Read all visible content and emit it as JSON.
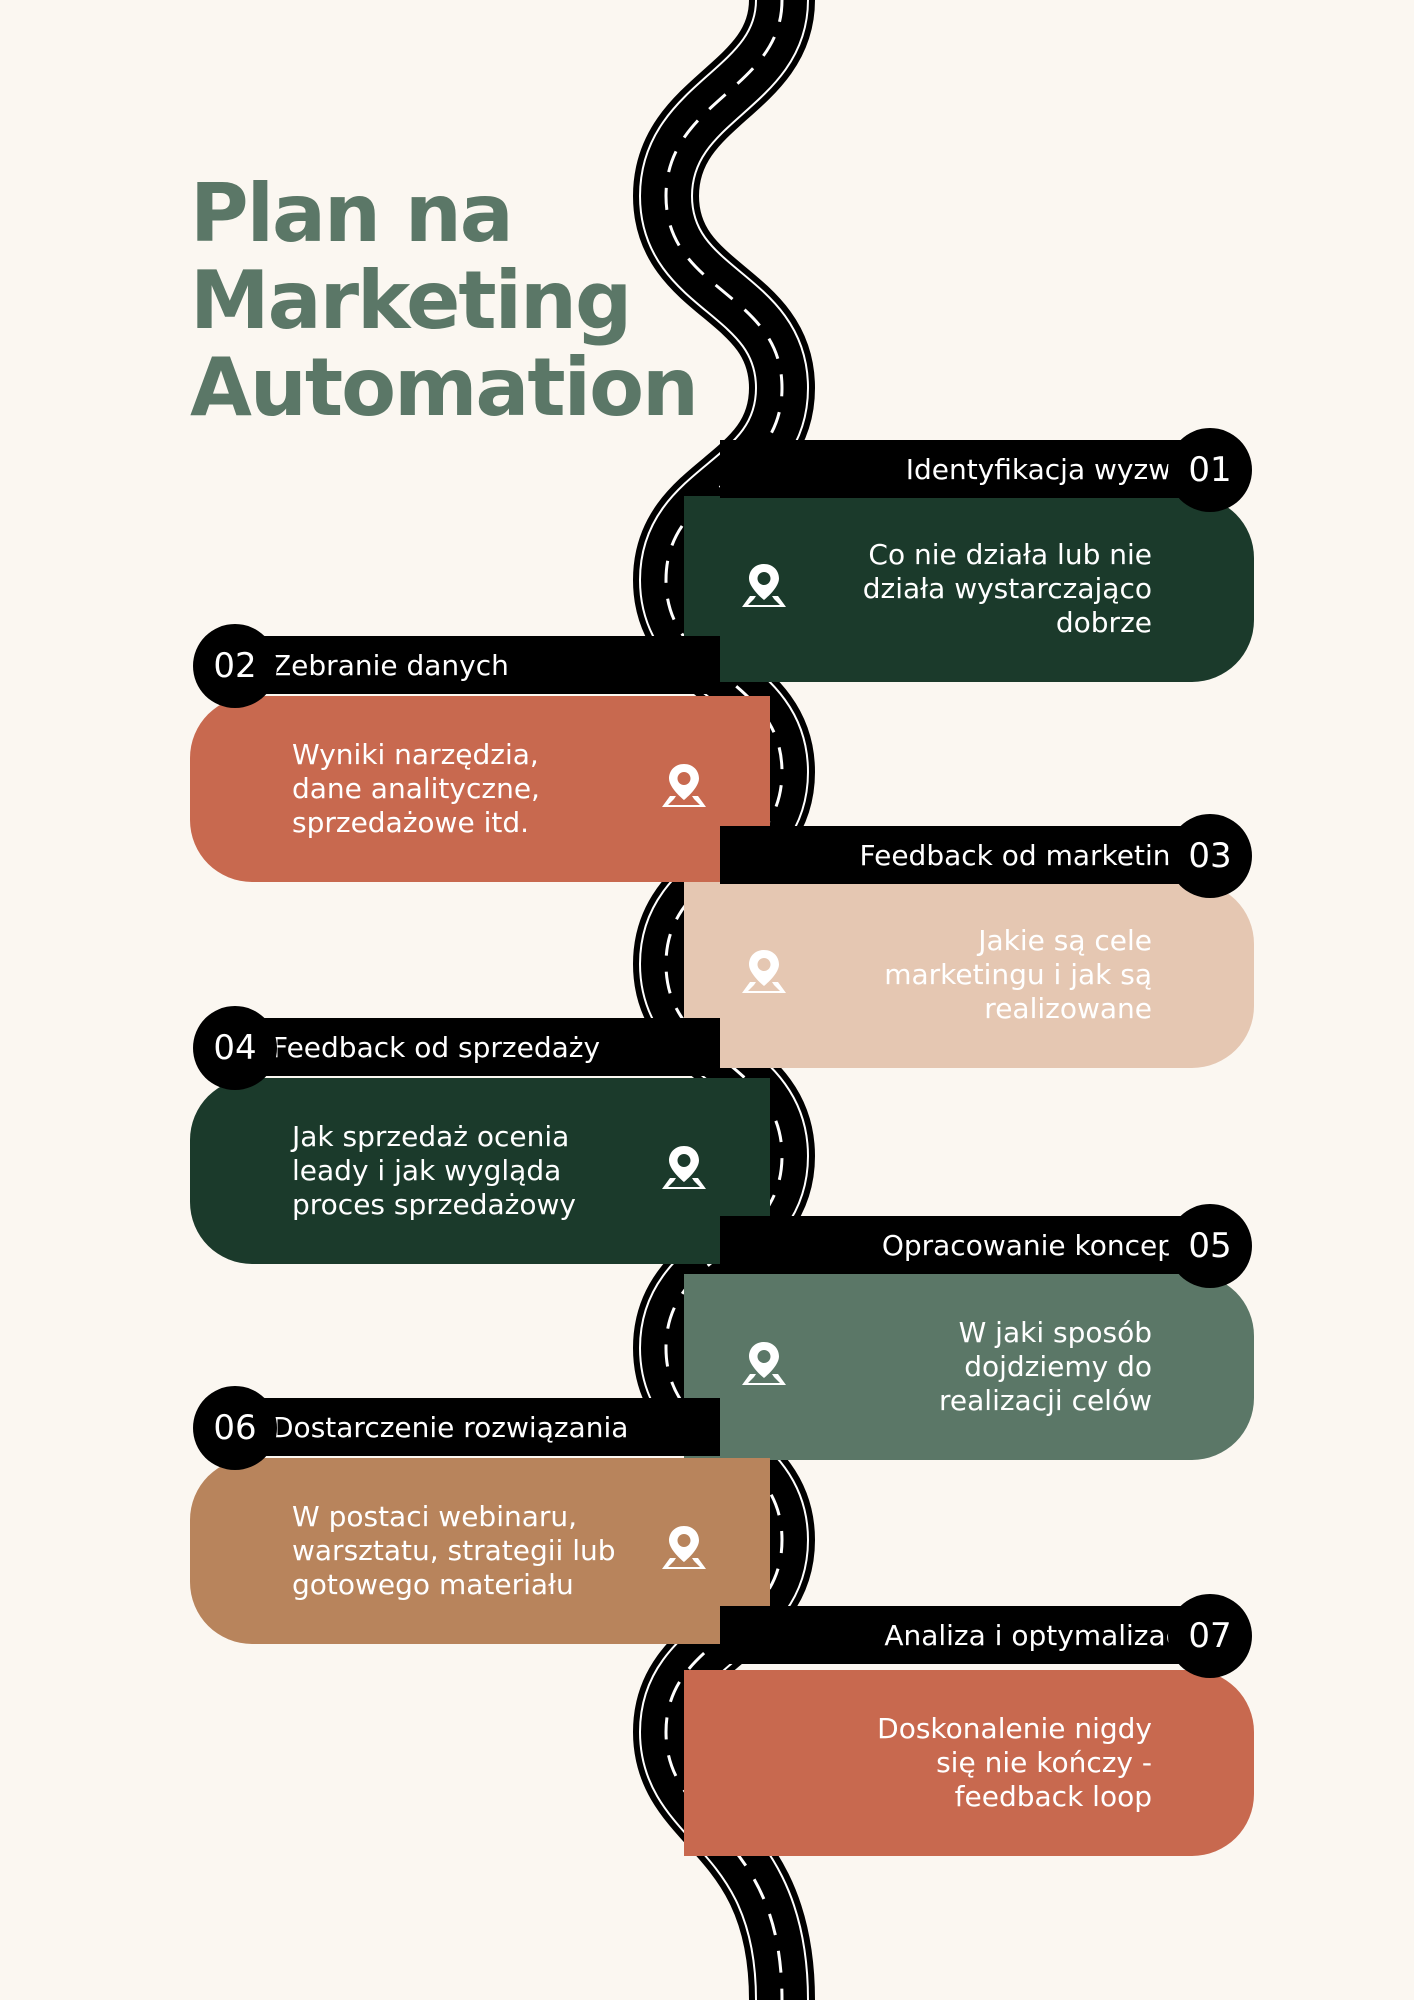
{
  "title": {
    "line1": "Plan na",
    "line2": "Marketing",
    "line3": "Automation"
  },
  "colors": {
    "background": "#fbf7f1",
    "title": "#5b7767",
    "road": "#000000",
    "road_lines": "#ffffff"
  },
  "steps": [
    {
      "number": "01",
      "title": "Identyfikacja wyzwań",
      "description": "Co nie działa lub nie działa wystarczająco dobrze",
      "color": "#1b3a2b",
      "icon": "map-pin-icon"
    },
    {
      "number": "02",
      "title": "Zebranie danych",
      "description": "Wyniki narzędzia, dane analityczne, sprzedażowe itd.",
      "color": "#c8694f",
      "icon": "map-pin-icon"
    },
    {
      "number": "03",
      "title": "Feedback od marketingu",
      "description": "Jakie są cele marketingu i jak są realizowane",
      "color": "#e5c7b2",
      "icon": "map-pin-icon"
    },
    {
      "number": "04",
      "title": "Feedback od sprzedaży",
      "description": "Jak sprzedaż ocenia leady i jak wygląda proces sprzedażowy",
      "color": "#1b3a2b",
      "icon": "map-pin-icon"
    },
    {
      "number": "05",
      "title": "Opracowanie koncepcji",
      "description": "W jaki sposób dojdziemy do realizacji celów",
      "color": "#5b7767",
      "icon": "map-pin-icon"
    },
    {
      "number": "06",
      "title": "Dostarczenie rozwiązania",
      "description": "W postaci webinaru, warsztatu, strategii lub gotowego materiału",
      "color": "#b8845c",
      "icon": "map-pin-icon"
    },
    {
      "number": "07",
      "title": "Analiza i optymalizacja",
      "description": "Doskonalenie nigdy się nie kończy - feedback loop",
      "color": "#c8694f",
      "icon": "map-pin-icon"
    }
  ]
}
